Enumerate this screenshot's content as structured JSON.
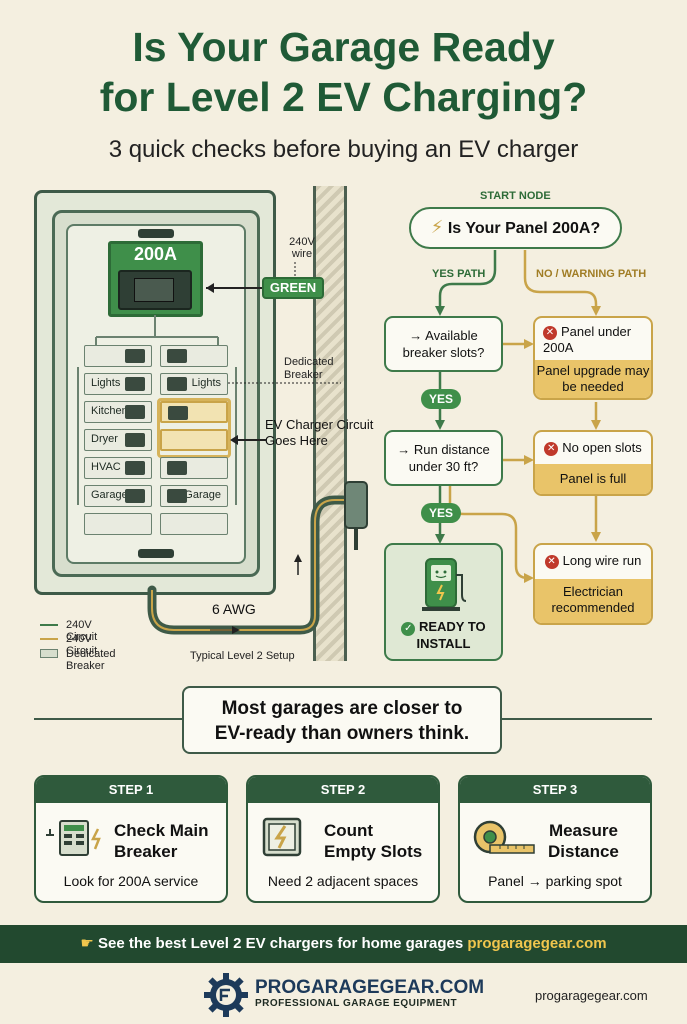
{
  "header": {
    "title_line1": "Is Your Garage Ready",
    "title_line2": "for Level 2 EV Charging?",
    "subtitle": "3 quick checks before buying an EV charger"
  },
  "panel": {
    "main_breaker": "200A",
    "left_breakers": [
      "Lights",
      "Kitchen",
      "Dryer",
      "HVAC",
      "Garage"
    ],
    "right_breakers": [
      "Lights",
      "Garage"
    ],
    "wire_label": "240V\nwire",
    "green_tag": "GREEN",
    "dedicated_label": "Dedicated\nBreaker",
    "ev_circuit_label": "EV Charger Circuit Goes Here",
    "awg_label": "6 AWG",
    "setup_label": "Typical Level 2 Setup"
  },
  "legend": {
    "items": [
      "240V Circuit",
      "240V Circuit",
      "Dedicated Breaker"
    ],
    "colors": [
      "#3e7a4a",
      "#c9a449",
      "#d7decd"
    ]
  },
  "flow": {
    "start_label": "START NODE",
    "start_question": "Is Your Panel 200A?",
    "yes_path": "YES PATH",
    "no_path": "NO / WARNING PATH",
    "q1": "→ Available breaker slots?",
    "q2": "→ Run distance under 30 ft?",
    "yes": "YES",
    "warn1_top": "Panel under 200A",
    "warn1_bot": "Panel upgrade may be needed",
    "warn2_top": "No open slots",
    "warn2_bot": "Panel is full",
    "warn3_top": "Long wire run",
    "warn3_bot": "Electrician recommended",
    "ready": "READY TO INSTALL"
  },
  "callout": {
    "line1": "Most garages are closer to",
    "line2": "EV-ready than owners think."
  },
  "steps": [
    {
      "head": "STEP 1",
      "title1": "Check Main",
      "title2": "Breaker",
      "desc": "Look for 200A service"
    },
    {
      "head": "STEP 2",
      "title1": "Count",
      "title2": "Empty Slots",
      "desc": "Need 2 adjacent spaces"
    },
    {
      "head": "STEP 3",
      "title1": "Measure",
      "title2": "Distance",
      "desc": "Panel → parking spot"
    }
  ],
  "banner": {
    "text": "See the best Level 2 EV chargers for home garages",
    "link": "progaragegear.com"
  },
  "footer": {
    "brand": "PROGARAGEGEAR.COM",
    "tagline": "PROFESSIONAL GARAGE EQUIPMENT",
    "url": "progaragegear.com"
  },
  "colors": {
    "brand_green": "#1f5a36",
    "accent_gold": "#c9a449",
    "background": "#f4efe0"
  }
}
